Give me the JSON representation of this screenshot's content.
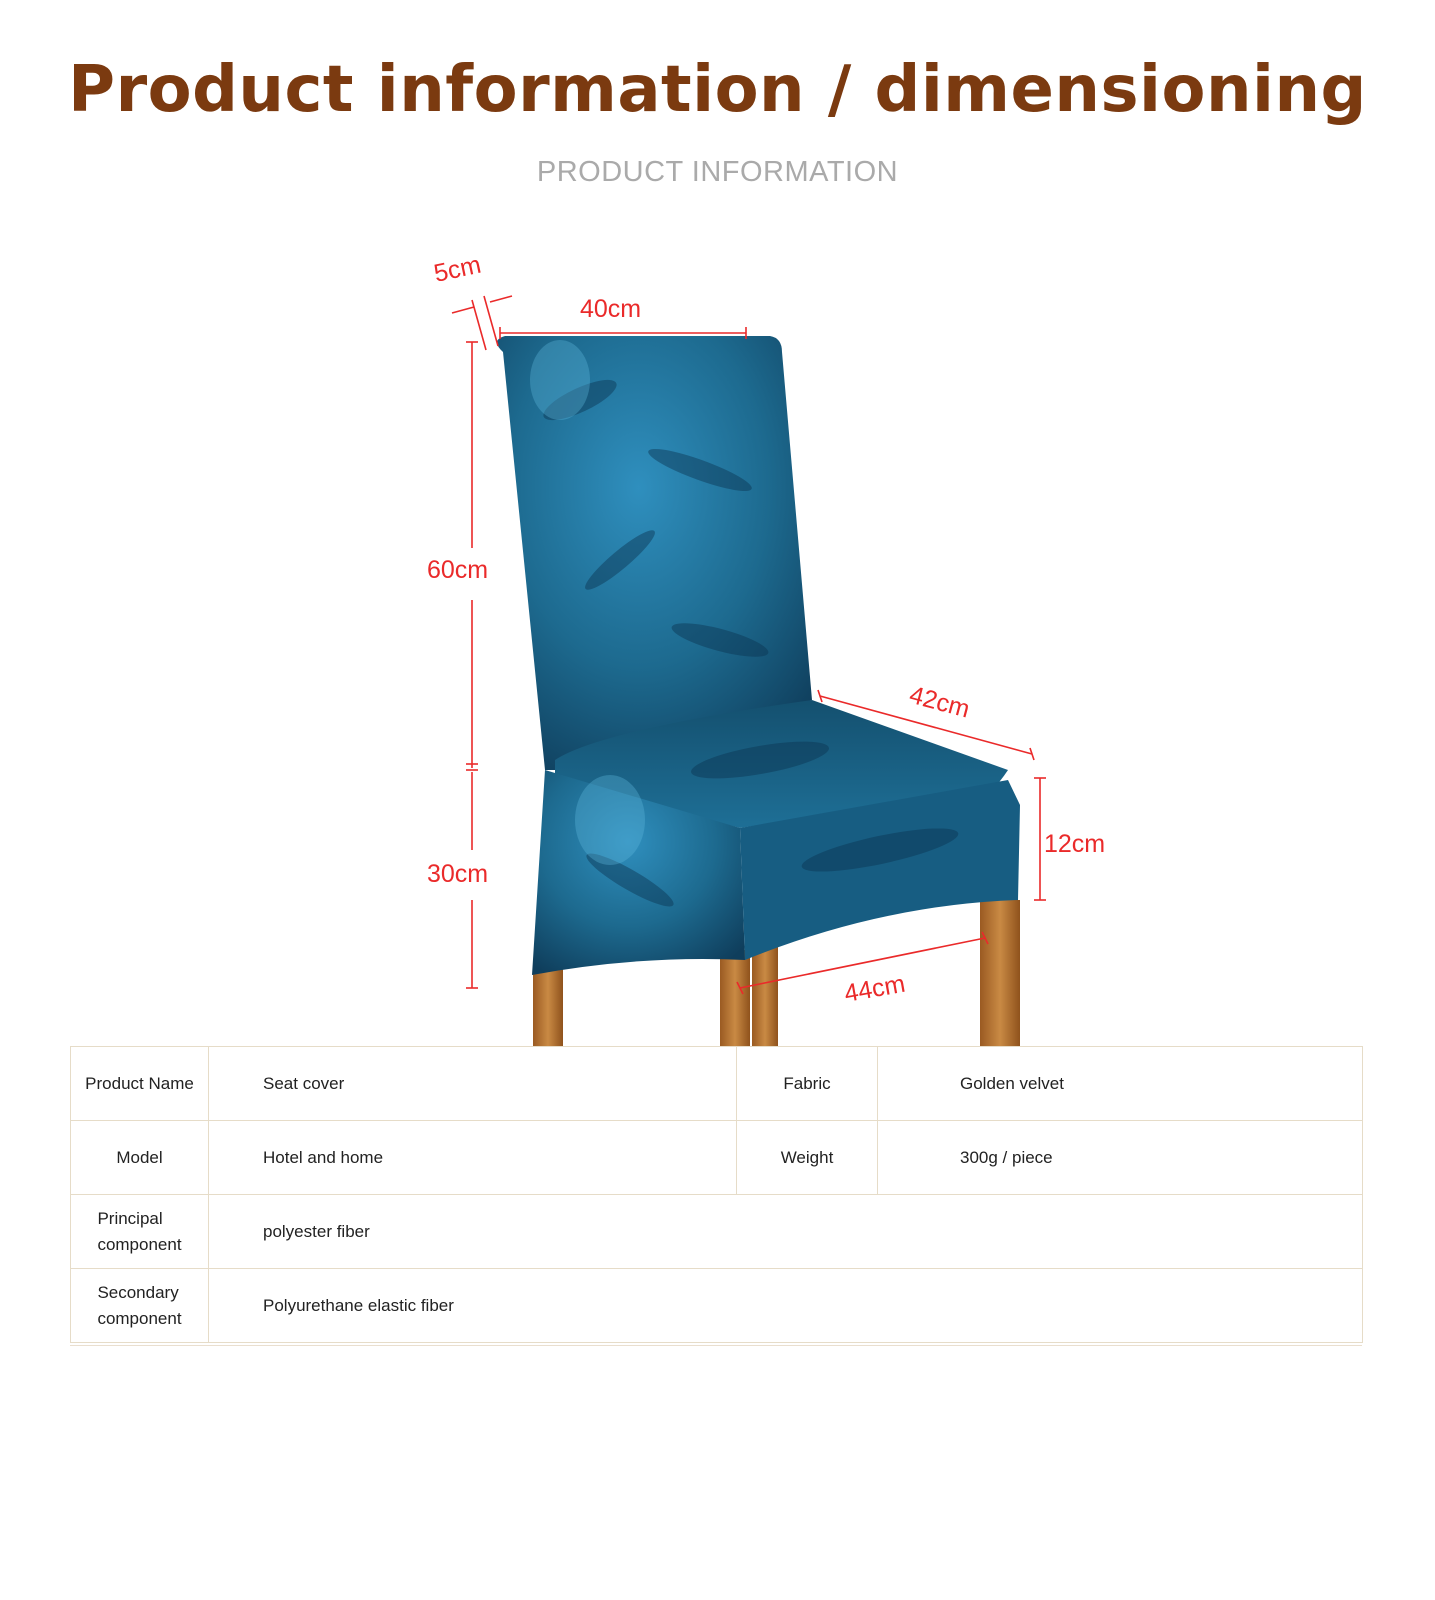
{
  "page": {
    "title": "Product information / dimensioning",
    "subtitle": "PRODUCT INFORMATION"
  },
  "dimensions": {
    "thickness": "5cm",
    "back_width": "40cm",
    "back_height": "60cm",
    "leg_height": "30cm",
    "seat_depth": "42cm",
    "seat_skirt": "12cm",
    "seat_width": "44cm",
    "label_color": "#ea2a2a"
  },
  "product": {
    "cover_color": "#1d6a8f",
    "leg_color": "#b9702f"
  },
  "specs": {
    "product_name_label": "Product Name",
    "product_name_value": "Seat cover",
    "fabric_label": "Fabric",
    "fabric_value": "Golden velvet",
    "model_label": "Model",
    "model_value": "Hotel and home",
    "weight_label": "Weight",
    "weight_value": "300g / piece",
    "principal_label_1": "Principal",
    "principal_label_2": "component",
    "principal_value": "polyester fiber",
    "secondary_label_1": "Secondary",
    "secondary_label_2": "component",
    "secondary_value": "Polyurethane elastic fiber"
  }
}
